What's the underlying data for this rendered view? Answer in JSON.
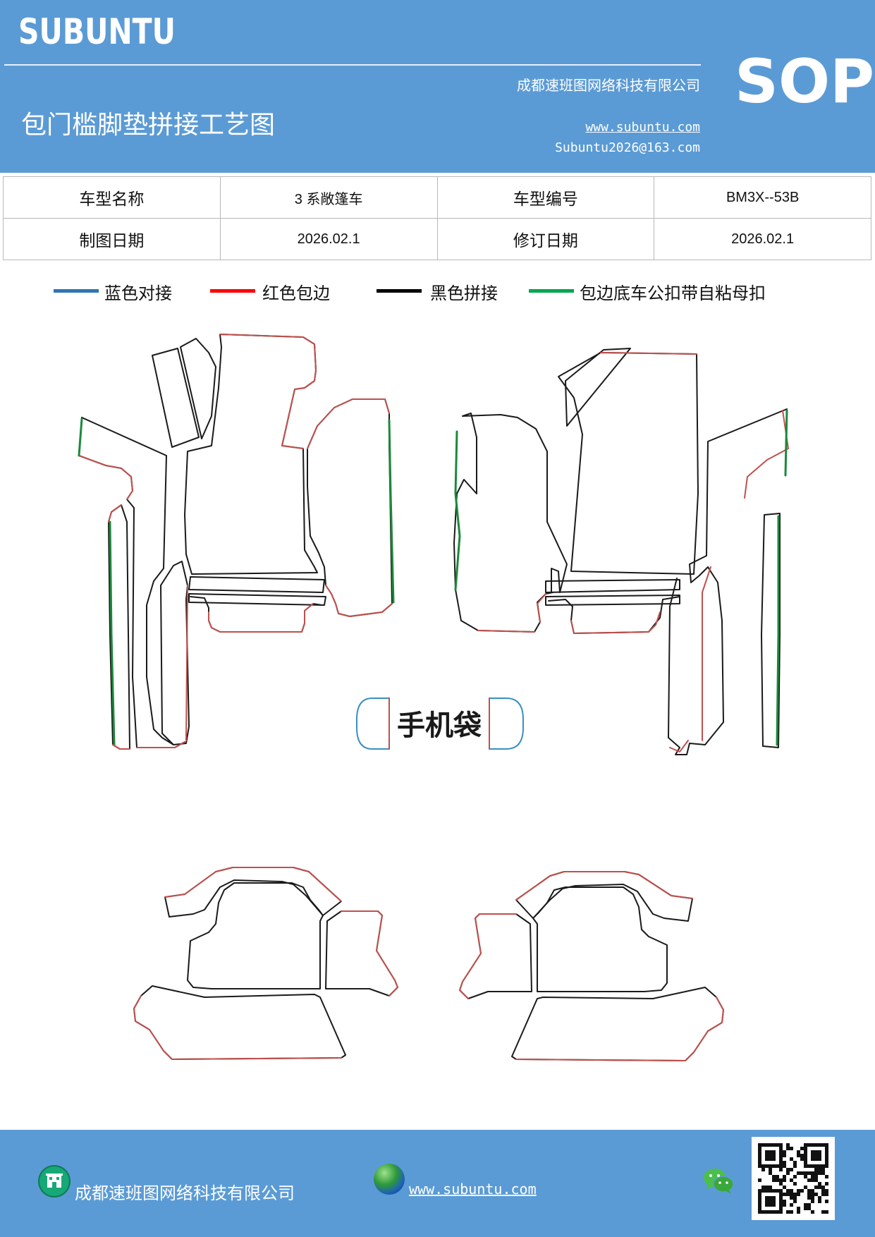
{
  "header": {
    "brand": "SUBUNTU",
    "company": "成都速班图网络科技有限公司",
    "doc_title": "包门槛脚垫拼接工艺图",
    "website": "www.subuntu.com",
    "email": "Subuntu2026@163.com",
    "tag": "SOP",
    "bg_color": "#5b9bd5"
  },
  "info_table": {
    "model_name_label": "车型名称",
    "model_name_value": "3 系敞篷车",
    "model_code_label": "车型编号",
    "model_code_value": "BM3X--53B",
    "draw_date_label": "制图日期",
    "draw_date_value": "2026.02.1",
    "revise_date_label": "修订日期",
    "revise_date_value": "2026.02.1"
  },
  "legend": [
    {
      "label": "蓝色对接",
      "color": "#2e75b6"
    },
    {
      "label": "红色包边",
      "color": "#ff0000"
    },
    {
      "label": "黑色拼接",
      "color": "#000000"
    },
    {
      "label": "包边底车公扣带自粘母扣",
      "color": "#00a651"
    }
  ],
  "drawing": {
    "pocket_label": "手机袋",
    "edge_colors": {
      "red": "#c0504d",
      "green": "#1a8a3a",
      "blue": "#3a8fc1",
      "black": "#1a1a1a"
    }
  },
  "footer": {
    "company": "成都速班图网络科技有限公司",
    "website": "www.subuntu.com",
    "icons": [
      "building-icon",
      "globe-icon",
      "wechat-icon",
      "qr-code"
    ]
  }
}
